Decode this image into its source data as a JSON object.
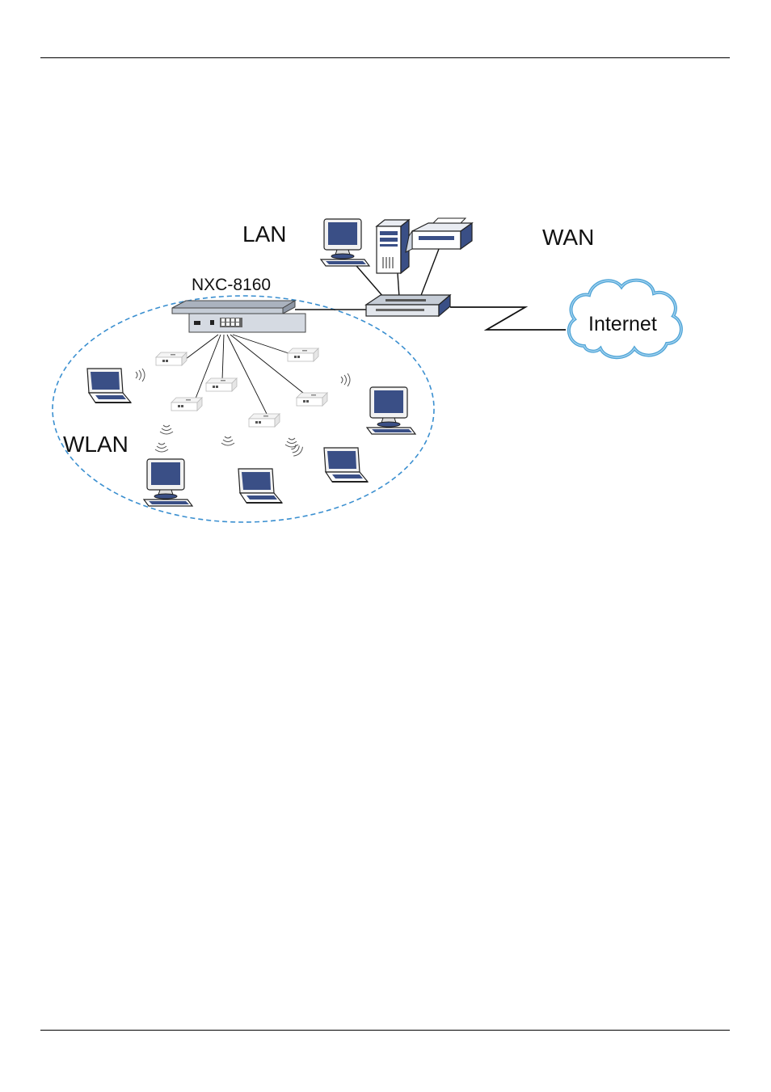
{
  "diagram": {
    "labels": {
      "lan": "LAN",
      "wan": "WAN",
      "device": "NXC-8160",
      "internet": "Internet",
      "wlan": "WLAN"
    },
    "icons": {
      "cloud": "cloud-icon",
      "switch": "switch-icon",
      "router": "router-icon",
      "access_point": "access-point-icon",
      "laptop": "laptop-icon",
      "desktop": "desktop-computer-icon",
      "server": "server-tower-icon",
      "printer": "printer-icon"
    },
    "colors": {
      "wlan_boundary": "#3a8fd0",
      "monitor_screen": "#3a4f86",
      "cloud_outline": "#4da3d6"
    }
  }
}
